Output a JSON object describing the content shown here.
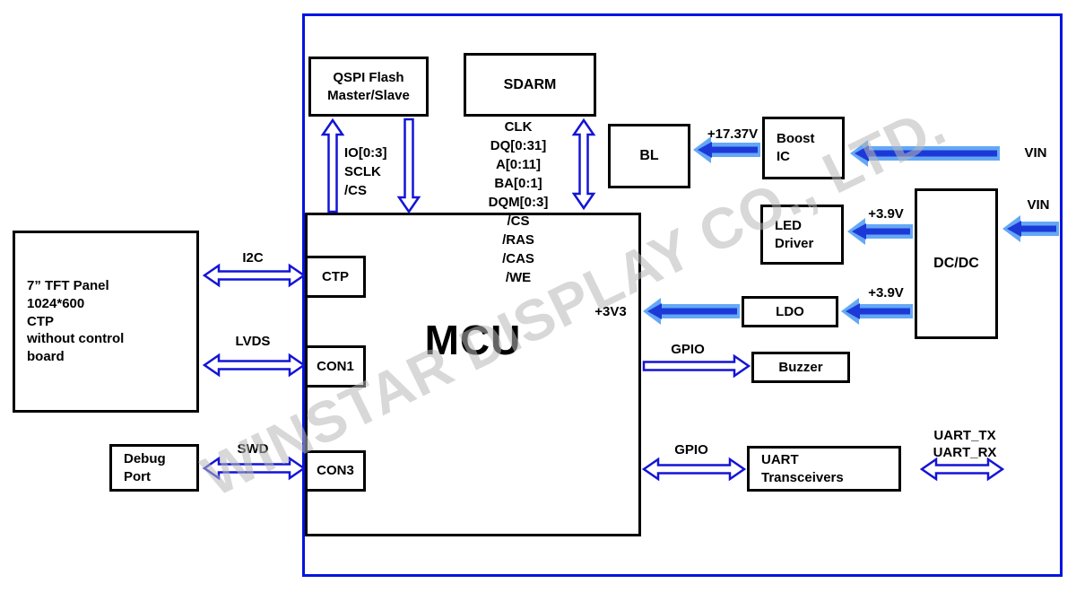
{
  "watermark": "WINSTAR DISPLAY CO., LTD.",
  "blocks": {
    "tft_panel": "7” TFT Panel\n1024*600\nCTP\nwithout control\nboard",
    "debug_port": "Debug\nPort",
    "qspi_flash": "QSPI Flash\nMaster/Slave",
    "sdram": "SDARM",
    "bl": "BL",
    "boost_ic": "Boost\nIC",
    "led_driver": "LED\nDriver",
    "dcdc": "DC/DC",
    "ldo": "LDO",
    "buzzer": "Buzzer",
    "uart_transceivers": "UART\nTransceivers",
    "ctp": "CTP",
    "con1": "CON1",
    "con3": "CON3",
    "mcu": "MCU"
  },
  "signals": {
    "i2c": "I2C",
    "lvds": "LVDS",
    "swd": "SWD",
    "qspi_bus": "IO[0:3]\nSCLK\n/CS",
    "sdram_bus": "CLK\nDQ[0:31]\nA[0:11]\nBA[0:1]\nDQM[0:3]\n/CS\n/RAS\n/CAS\n/WE",
    "v_boost": "+17.37V",
    "vin_top": "VIN",
    "vin_right": "VIN",
    "v39_led": "+3.9V",
    "v39_ldo": "+3.9V",
    "v3v3": "+3V3",
    "gpio_buzzer": "GPIO",
    "gpio_uart": "GPIO",
    "uart_lines": "UART_TX\nUART_RX"
  },
  "connections": [
    {
      "from": "7 TFT Panel",
      "to": "CTP",
      "label": "I2C",
      "direction": "bidirectional"
    },
    {
      "from": "7 TFT Panel",
      "to": "CON1",
      "label": "LVDS",
      "direction": "bidirectional"
    },
    {
      "from": "Debug Port",
      "to": "CON3",
      "label": "SWD",
      "direction": "bidirectional"
    },
    {
      "from": "MCU",
      "to": "QSPI Flash Master/Slave",
      "label": "IO[0:3] SCLK /CS",
      "direction": "bidirectional"
    },
    {
      "from": "MCU",
      "to": "SDARM",
      "label": "CLK DQ[0:31] A[0:11] BA[0:1] DQM[0:3] /CS /RAS /CAS /WE",
      "direction": "bidirectional"
    },
    {
      "from": "Boost IC",
      "to": "BL",
      "label": "+17.37V",
      "direction": "left"
    },
    {
      "from": "VIN",
      "to": "Boost IC",
      "label": "VIN",
      "direction": "left"
    },
    {
      "from": "VIN",
      "to": "DC/DC",
      "label": "VIN",
      "direction": "left"
    },
    {
      "from": "DC/DC",
      "to": "LED Driver",
      "label": "+3.9V",
      "direction": "left"
    },
    {
      "from": "DC/DC",
      "to": "LDO",
      "label": "+3.9V",
      "direction": "left"
    },
    {
      "from": "LDO",
      "to": "MCU",
      "label": "+3V3",
      "direction": "left"
    },
    {
      "from": "MCU",
      "to": "Buzzer",
      "label": "GPIO",
      "direction": "right"
    },
    {
      "from": "MCU",
      "to": "UART Transceivers",
      "label": "GPIO",
      "direction": "bidirectional"
    },
    {
      "from": "UART Transceivers",
      "to": "external",
      "label": "UART_TX UART_RX",
      "direction": "bidirectional"
    }
  ],
  "colors": {
    "board_border": "#0014e0",
    "arrow_outline": "#1414d6",
    "arrow_light": "#64a8f5",
    "arrow_dark": "#1c39d8",
    "watermark": "#b9b9b9"
  }
}
